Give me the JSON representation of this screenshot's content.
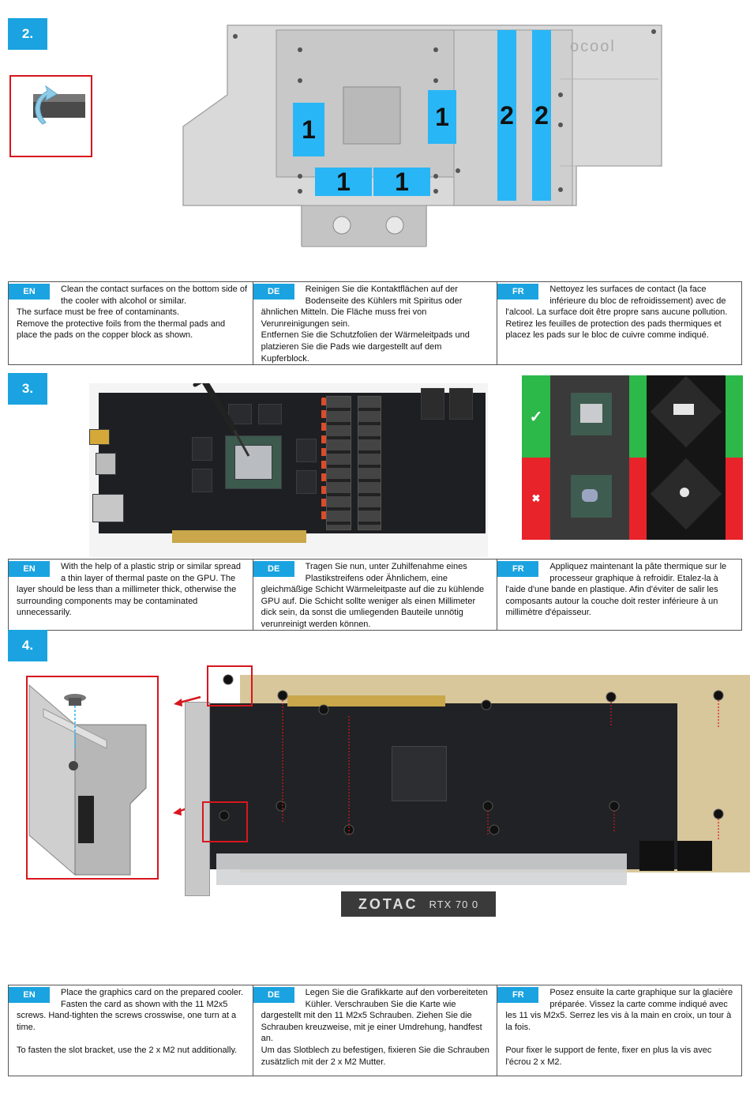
{
  "steps": {
    "s2": {
      "number": "2.",
      "cooler_brand": "ocool",
      "pads": [
        "1",
        "1",
        "1",
        "1",
        "2",
        "2"
      ],
      "instructions": {
        "en": {
          "tag": "EN",
          "text": "Clean the contact surfaces on the bottom side of the cooler with alcohol or similar.\nThe surface must be free of contaminants.\nRemove the protective foils from the thermal pads and place the pads on the copper block as shown."
        },
        "de": {
          "tag": "DE",
          "text": "Reinigen Sie die Kontaktflächen auf der Bodenseite des Kühlers mit Spiritus oder ähnlichen Mitteln. Die Fläche muss frei von Verunreinigungen sein.\nEntfernen Sie die Schutzfolien der Wärmeleitpads und platzieren Sie die Pads wie dargestellt auf dem Kupferblock."
        },
        "fr": {
          "tag": "FR",
          "text": "Nettoyez les surfaces de contact (la face inférieure du bloc de refroidissement) avec de l'alcool. La surface doit être propre sans aucune pollution.\nRetirez les feuilles de protection des pads thermiques et placez les pads sur le bloc de cuivre comme indiqué."
        }
      }
    },
    "s3": {
      "number": "3.",
      "check_mark": "✓",
      "cross_mark": "✖",
      "instructions": {
        "en": {
          "tag": "EN",
          "text": "With the help of a plastic strip or similar spread a thin layer of thermal paste on the GPU. The layer should be less than a millimeter thick, otherwise the surrounding components may be contaminated unnecessarily."
        },
        "de": {
          "tag": "DE",
          "text": "Tragen Sie nun, unter Zuhilfenahme eines Plastikstreifens oder Ähnlichem, eine gleichmäßige Schicht Wärmeleitpaste auf die zu kühlende GPU auf. Die Schicht sollte weniger als einen Millimeter dick sein, da sonst die umliegenden Bauteile unnötig verunreinigt werden können."
        },
        "fr": {
          "tag": "FR",
          "text": "Appliquez maintenant la pâte thermique sur le processeur graphique à refroidir. Etalez-la à l'aide d'une bande en plastique. Afin d'éviter de salir les composants autour la couche doit rester inférieure à un millimètre d'épaisseur."
        }
      }
    },
    "s4": {
      "number": "4.",
      "card_brand": "ZOTAC",
      "card_model": "RTX 70 0",
      "instructions": {
        "en": {
          "tag": "EN",
          "text": "Place the graphics card on the prepared cooler. Fasten the card as shown with the 11 M2x5 screws. Hand-tighten the screws crosswise, one turn at a time.\n\nTo fasten the slot bracket, use the 2 x M2 nut additionally."
        },
        "de": {
          "tag": "DE",
          "text": "Legen Sie die Grafikkarte auf den vorbereiteten Kühler. Verschrauben Sie die Karte wie dargestellt mit den 11 M2x5 Schrauben. Ziehen Sie die Schrauben kreuzweise, mit je einer Umdrehung, handfest an.\nUm das Slotblech zu befestigen, fixieren Sie die Schrauben zusätzlich mit der 2 x M2 Mutter."
        },
        "fr": {
          "tag": "FR",
          "text": "Posez ensuite la carte graphique sur la glacière préparée. Vissez la carte comme indiqué avec les 11 vis M2x5. Serrez les vis à la main en croix, un tour à la fois.\n\nPour fixer le support de fente, fixer en plus la vis avec l'écrou 2 x M2."
        }
      }
    }
  },
  "colors": {
    "accent": "#1aa3e0",
    "pad": "#29b6f6",
    "frame_red": "#d7161d",
    "good": "#2db84a",
    "bad": "#e8232a"
  }
}
